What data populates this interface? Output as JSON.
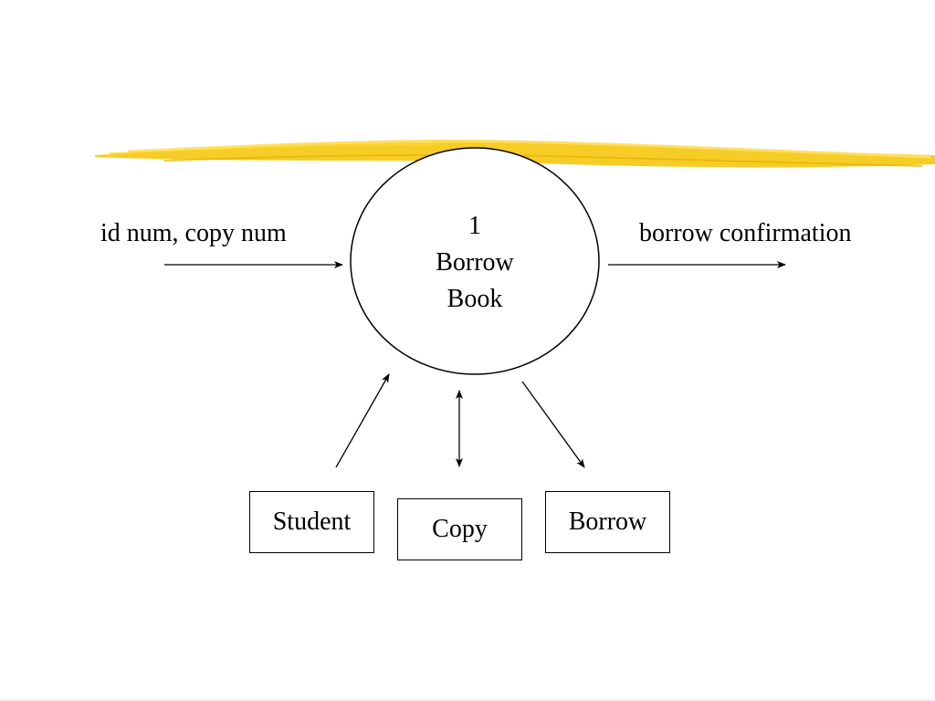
{
  "colors": {
    "highlight_stroke": "#f5c400",
    "highlight_light": "#ffe066",
    "line": "#000000",
    "background": "#ffffff"
  },
  "process": {
    "number": "1",
    "name_line1": "Borrow",
    "name_line2": "Book"
  },
  "flows": {
    "input_label": "id num, copy num",
    "output_label": "borrow confirmation"
  },
  "data_stores": {
    "student": "Student",
    "copy": "Copy",
    "borrow": "Borrow"
  }
}
